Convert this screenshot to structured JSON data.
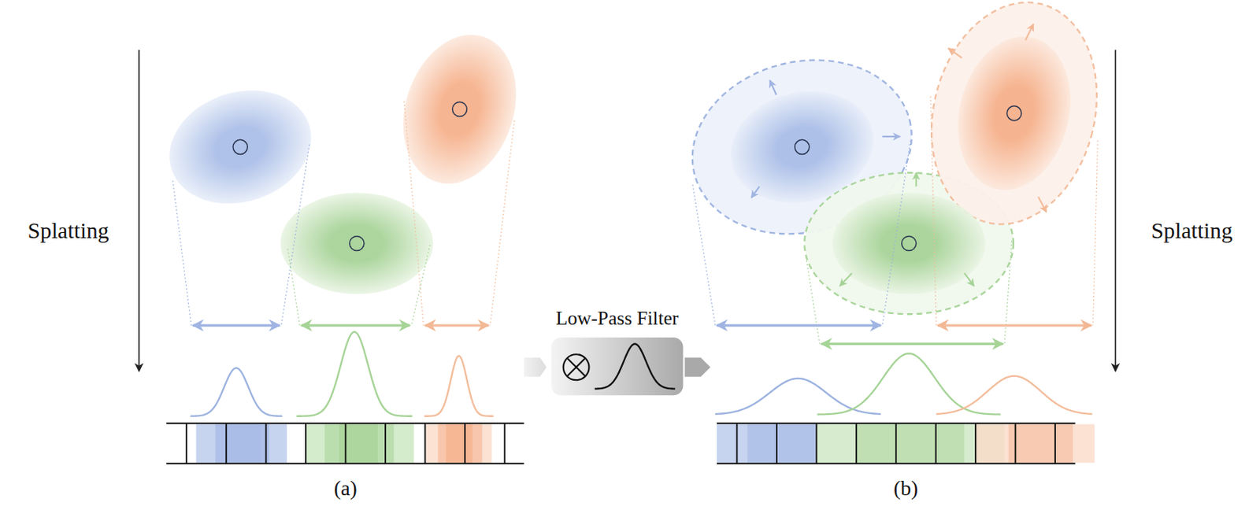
{
  "diagram": {
    "nodes": [
      {
        "text": [
          "Low-Pass Filter"
        ]
      }
    ],
    "labels": [
      "Splatting",
      "Splatting",
      "(a)",
      "(b)"
    ]
  }
}
